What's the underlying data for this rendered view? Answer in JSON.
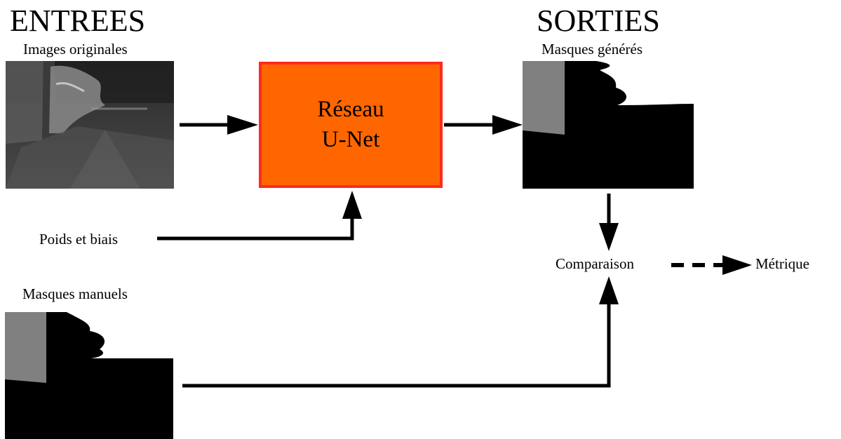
{
  "inputs_heading": "ENTREES",
  "outputs_heading": "SORTIES",
  "original_images_label": "Images originales",
  "generated_masks_label": "Masques générés",
  "network": {
    "line1": "Réseau",
    "line2": "U-Net"
  },
  "weights_label": "Poids et biais",
  "comparison_label": "Comparaison",
  "metric_label": "Métrique",
  "manual_masks_label": "Masques manuels",
  "colors": {
    "network_fill": "#ff6600",
    "network_border": "#ff2a1e",
    "mask_class_gray": "#808080",
    "mask_background": "#000000"
  }
}
